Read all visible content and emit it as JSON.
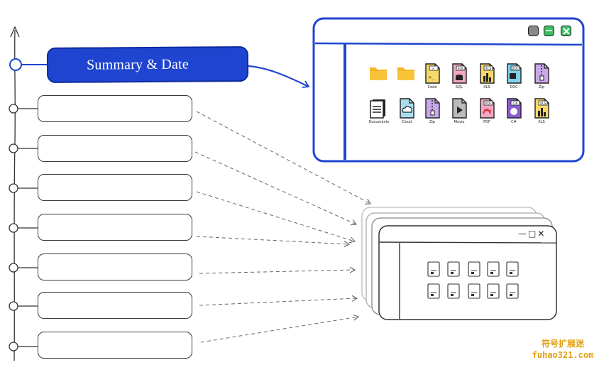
{
  "timeline": {
    "active_step_label": "Summary & Date",
    "steps": [
      "",
      "",
      "",
      "",
      "",
      "",
      ""
    ]
  },
  "main_window": {
    "buttons": [
      "minimize",
      "restore",
      "close"
    ],
    "files_row1": [
      {
        "label": "",
        "icon": "folder-icon"
      },
      {
        "label": "",
        "icon": "folder-icon"
      },
      {
        "label": "Code",
        "icon": "code-file-icon",
        "tag": ">_"
      },
      {
        "label": "SQL",
        "icon": "sql-file-icon",
        "tag": "SQL"
      },
      {
        "label": "XLS",
        "icon": "xls-file-icon",
        "tag": "XLS"
      },
      {
        "label": "DOC",
        "icon": "doc-file-icon",
        "tag": "DOC"
      },
      {
        "label": "Zip",
        "icon": "zip-file-icon",
        "tag": ""
      }
    ],
    "files_row2": [
      {
        "label": "Documents",
        "icon": "documents-icon",
        "tag": ""
      },
      {
        "label": "Cloud",
        "icon": "cloud-file-icon",
        "tag": ""
      },
      {
        "label": "Zip",
        "icon": "zip-file-icon",
        "tag": ""
      },
      {
        "label": "Movie",
        "icon": "movie-file-icon",
        "tag": ""
      },
      {
        "label": "PDF",
        "icon": "pdf-file-icon",
        "tag": "PDF"
      },
      {
        "label": "C#",
        "icon": "csharp-file-icon",
        "tag": "C#"
      },
      {
        "label": "XLS",
        "icon": "xls-file-icon",
        "tag": "XLS"
      }
    ]
  },
  "stacked_windows": {
    "title_controls": [
      "—",
      "□",
      "✕"
    ],
    "file_slots": 10
  },
  "watermark": {
    "line1": "符号扩展迷",
    "line2": "fuhao321.com"
  },
  "colors": {
    "accent": "#1f45d0",
    "accent_dark": "#0e2a9e",
    "folder": "#f5b524",
    "watermark": "#e0a010"
  }
}
